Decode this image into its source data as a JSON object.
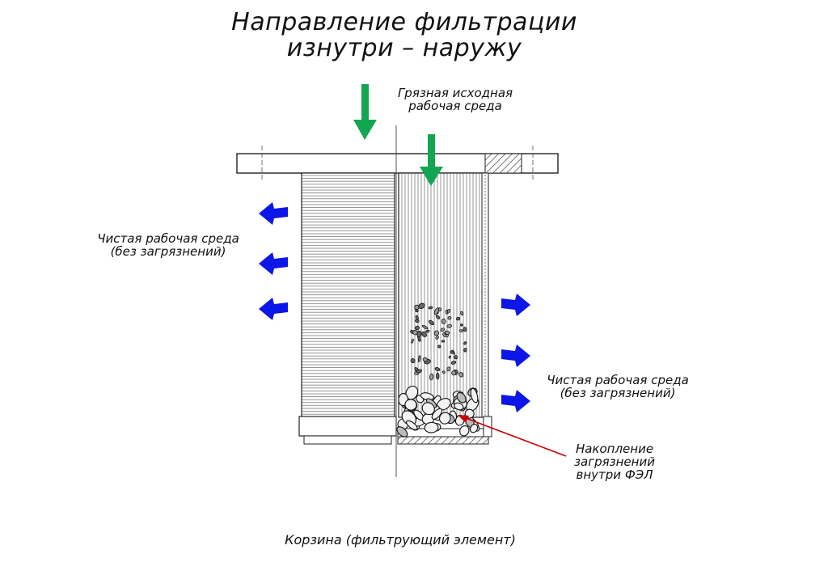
{
  "title": {
    "line1": "Направление фильтрации",
    "line2": "изнутри – наружу"
  },
  "labels": {
    "dirty_medium": {
      "line1": "Грязная исходная",
      "line2": "рабочая среда"
    },
    "clean_left": {
      "line1": "Чистая рабочая среда",
      "line2": "(без загрязнений)"
    },
    "clean_right": {
      "line1": "Чистая рабочая среда",
      "line2": "(без загрязнений)"
    },
    "accumulation": {
      "line1": "Накопление",
      "line2": "загрязнений",
      "line3": "внутри ФЭЛ"
    },
    "caption": "Корзина (фильтрующий элемент)"
  },
  "colors": {
    "inflow_arrow": "#12a651",
    "outflow_arrow": "#0c16e8",
    "pointer_line": "#cc0000",
    "outline": "#222222"
  }
}
